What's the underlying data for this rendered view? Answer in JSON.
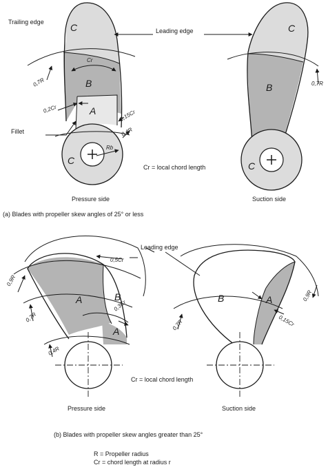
{
  "colors": {
    "zone_c": "#dcdcdc",
    "zone_b": "#b4b4b4",
    "zone_a": "#e8e8e8",
    "stroke": "#1a1a1a"
  },
  "part_a": {
    "pressure": {
      "trailing_edge": "Trailing edge",
      "zone_c_top": "C",
      "cr": "Cr",
      "zone_b": "B",
      "zone_a": "A",
      "r07": "0,7R",
      "c02": "0,2Cr",
      "c015": "0,15Cr",
      "r04": "0,4R",
      "fillet": "Fillet",
      "zone_c_hub": "C",
      "rb": "Rb",
      "caption": "Pressure side"
    },
    "leading_edge": "Leading edge",
    "suction": {
      "zone_c_top": "C",
      "zone_b": "B",
      "r07": "0,7R",
      "zone_c_hub": "C",
      "caption": "Suction side"
    },
    "cr_note": "Cr = local chord length",
    "title": "(a) Blades with propeller skew angles of 25° or less"
  },
  "part_b": {
    "leading_edge": "Leading edge",
    "pressure": {
      "c05": "0,5Cr",
      "r09": "0,9R",
      "zone_a_main": "A",
      "zone_b": "B",
      "c03": "0,3Cr",
      "r07": "0,7R",
      "zone_a_small": "A",
      "r04": "0,4R",
      "caption": "Pressure side"
    },
    "suction": {
      "zone_b": "B",
      "zone_a": "A",
      "r09": "0,9R",
      "c015": "0,15Cr",
      "r07": "0,7R",
      "caption": "Suction side"
    },
    "cr_note": "Cr = local chord length",
    "title": "(b) Blades with propeller skew angles greater than 25°"
  },
  "legend": {
    "r_def": "R = Propeller radius",
    "cr_def": "Cr = chord length at radius r"
  }
}
